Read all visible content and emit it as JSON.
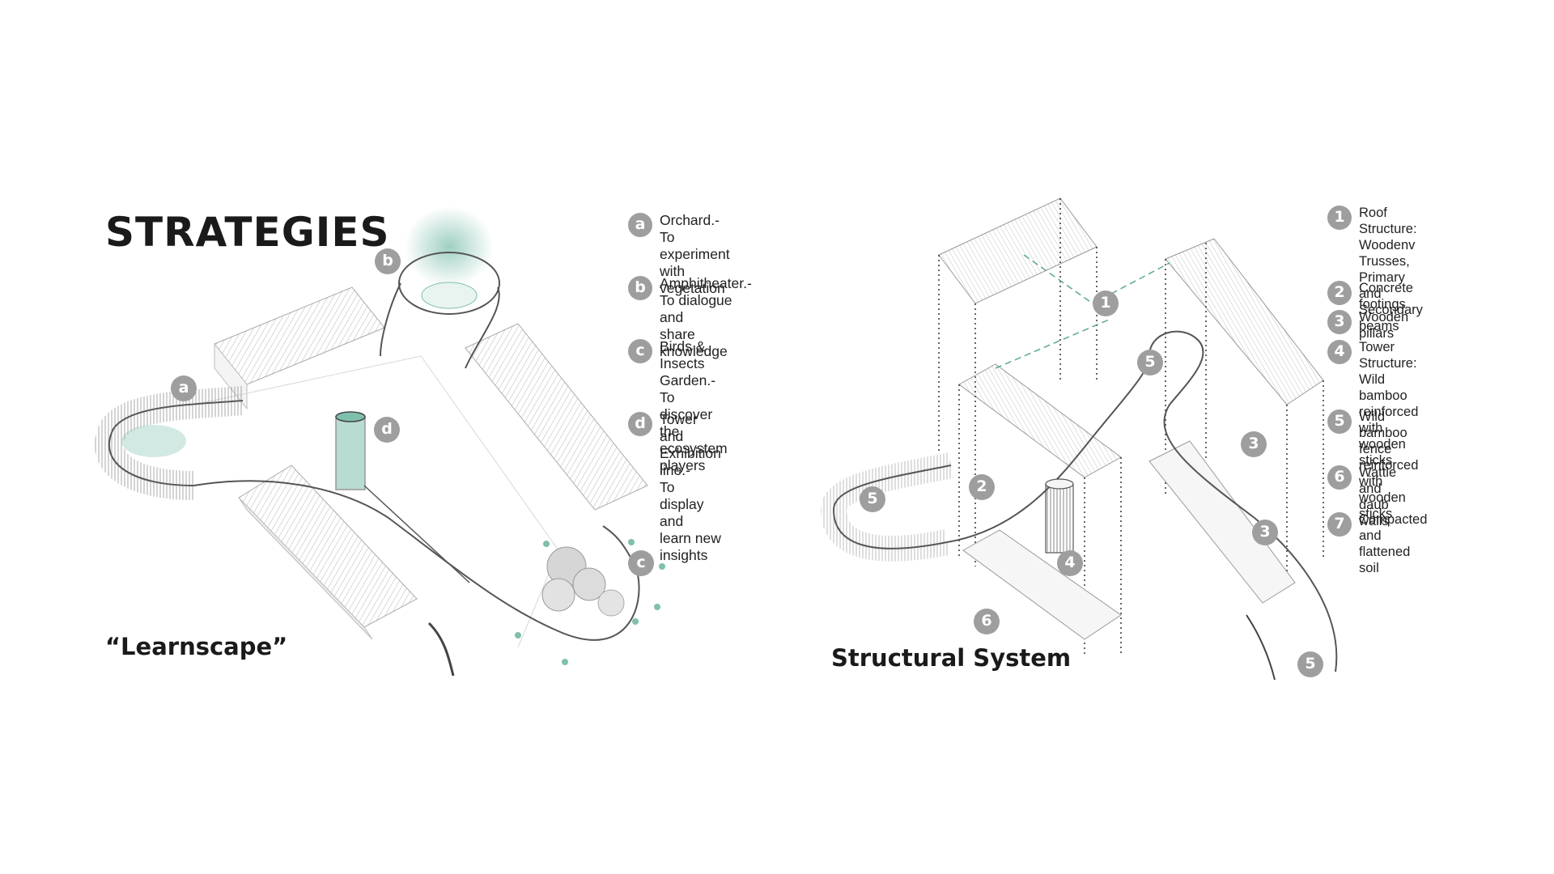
{
  "left": {
    "title": "STRATEGIES",
    "caption": "“Learnscape”",
    "legend": [
      {
        "key": "a",
        "text": "Orchard.-\nTo experiment with\nvegetation"
      },
      {
        "key": "b",
        "text": "Amphitheater.-\nTo dialogue and\nshare knowledge"
      },
      {
        "key": "c",
        "text": "Birds & Insects\nGarden.-\nTo discover the\necosystem players"
      },
      {
        "key": "d",
        "text": "Tower and\nExhibition line.-\nTo display and\nlearn new insights"
      }
    ],
    "markers": [
      "a",
      "b",
      "c",
      "d"
    ]
  },
  "right": {
    "caption": "Structural System",
    "legend": [
      {
        "key": "1",
        "text": "Roof Structure:\nWoodenv  Trusses,\nPrimary and\nSecondary beams"
      },
      {
        "key": "2",
        "text": "Concrete footings"
      },
      {
        "key": "3",
        "text": "Wooden pillars"
      },
      {
        "key": "4",
        "text": "Tower Structure:\nWild bamboo\nreinforced with\nwooden sticks"
      },
      {
        "key": "5",
        "text": "Wild bamboo\nfence reinforced\nwith wooden sticks"
      },
      {
        "key": "6",
        "text": "Wattle and daub\nwalls"
      },
      {
        "key": "7",
        "text": "Compacted and\nflattened soil"
      }
    ],
    "markers": [
      "1",
      "2",
      "3",
      "3",
      "4",
      "5",
      "5",
      "5",
      "6"
    ]
  },
  "colors": {
    "accent": "#7fbfae",
    "badge": "#9e9e9e",
    "ink": "#1a1a1a"
  }
}
